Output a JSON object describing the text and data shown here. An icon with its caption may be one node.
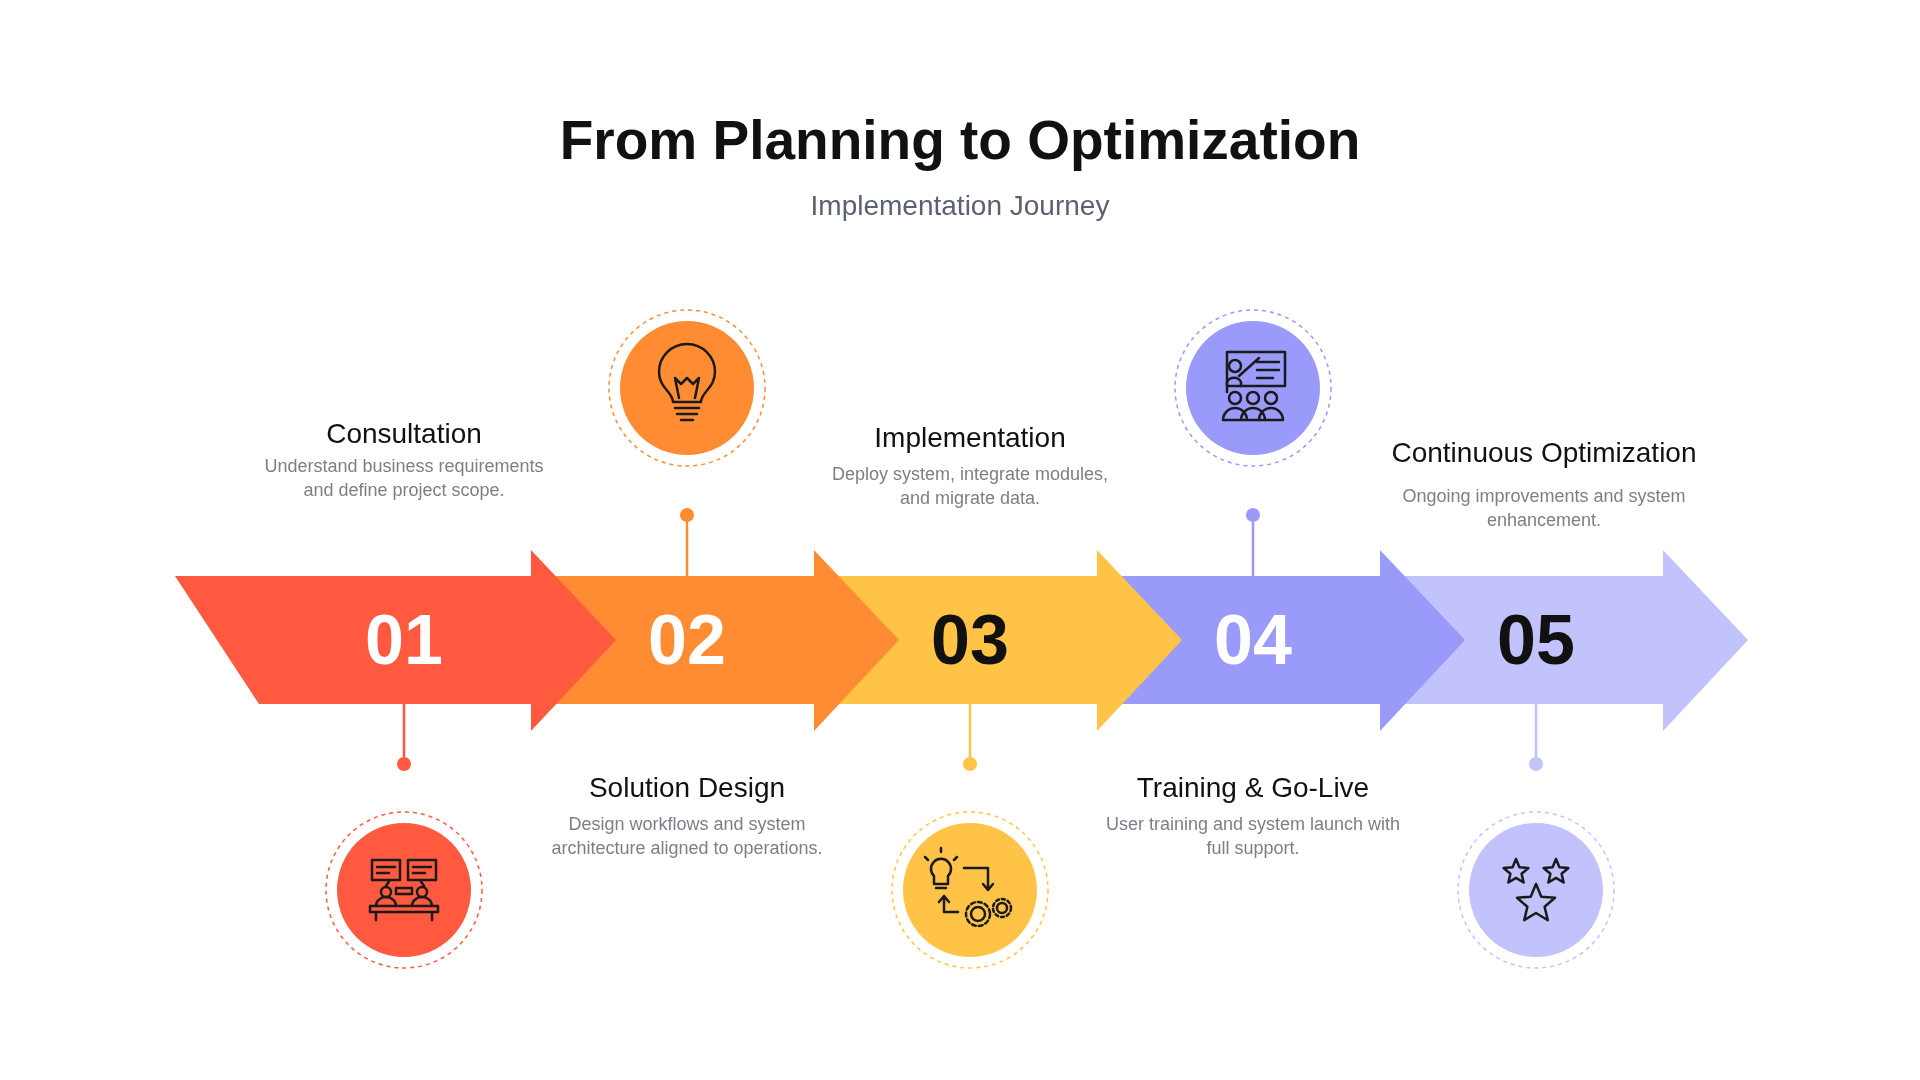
{
  "diagram": {
    "title": "From Planning to Optimization",
    "caption": "Implementation Journey",
    "nodes": [
      {
        "text": [
          "01"
        ],
        "beside": [
          "Consultation",
          "Understand business requirements and define project scope."
        ]
      },
      {
        "text": [
          "02"
        ],
        "beside": [
          "Solution Design",
          "Design workflows and system architecture aligned to operations."
        ]
      },
      {
        "text": [
          "03"
        ],
        "beside": [
          "Implementation",
          "Deploy system, integrate modules, and migrate data."
        ]
      },
      {
        "text": [
          "04"
        ],
        "beside": [
          "Training & Go-Live",
          "User training and system launch with full support."
        ]
      },
      {
        "text": [
          "05"
        ],
        "beside": [
          "Continuous Optimization",
          "Ongoing improvements and system enhancement."
        ]
      },
      {
        "text": [],
        "shape": "circle"
      },
      {
        "text": [],
        "shape": "circle"
      },
      {
        "text": [],
        "shape": "circle"
      },
      {
        "text": [],
        "shape": "circle"
      },
      {
        "text": [],
        "shape": "circle"
      }
    ],
    "edges": [
      {
        "from": 0,
        "to": 5,
        "arrow": "none",
        "color": "#ff5a3f"
      },
      {
        "from": 1,
        "to": 6,
        "arrow": "none",
        "color": "#ff8c33"
      },
      {
        "from": 2,
        "to": 7,
        "arrow": "none",
        "color": "#ffc447"
      },
      {
        "from": 3,
        "to": 8,
        "arrow": "none",
        "color": "#9a9afa"
      },
      {
        "from": 4,
        "to": 9,
        "arrow": "none",
        "color": "#c2c2fc"
      }
    ]
  }
}
